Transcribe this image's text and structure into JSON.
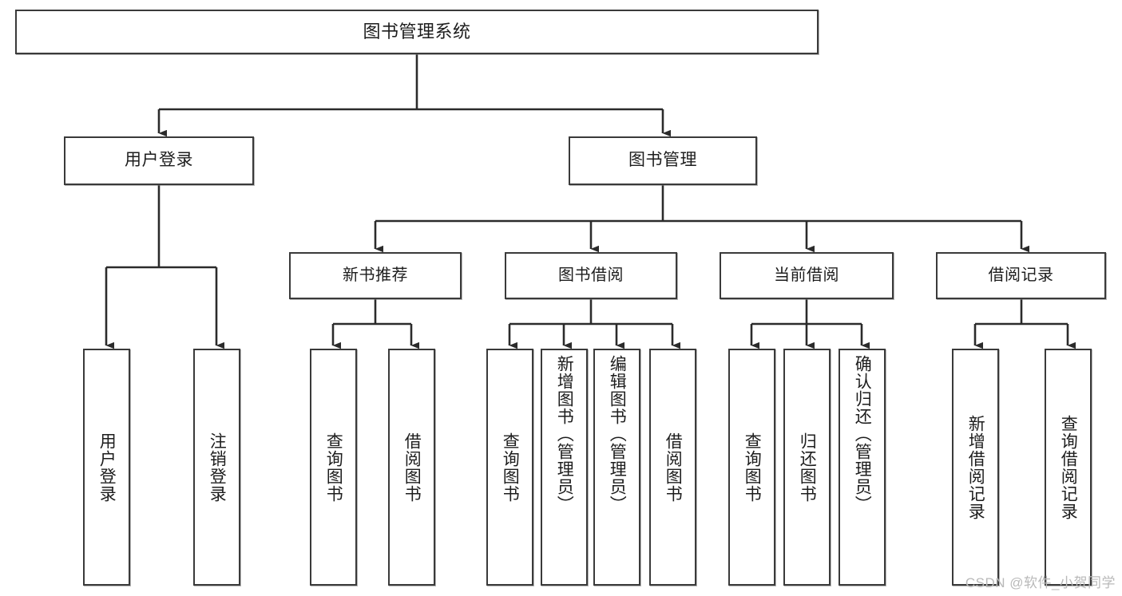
{
  "diagram": {
    "title": "图书管理系统",
    "type": "tree",
    "colors": {
      "box_border": "#3a3a3a",
      "box_fill": "#ffffff",
      "connector": "#2b2b2b",
      "text": "#1d1d1d",
      "watermark": "#b9b9b9"
    },
    "nodes": {
      "root": {
        "label": "图书管理系统",
        "level": 0
      },
      "user_login": {
        "label": "用户登录",
        "level": 1
      },
      "book_manage": {
        "label": "图书管理",
        "level": 1
      },
      "new_book_rec": {
        "label": "新书推荐",
        "level": 2
      },
      "book_borrow": {
        "label": "图书借阅",
        "level": 2
      },
      "current_borrow": {
        "label": "当前借阅",
        "level": 2
      },
      "borrow_record": {
        "label": "借阅记录",
        "level": 2
      },
      "leaf_user_login": {
        "label": "用户登录",
        "level": 3
      },
      "leaf_logout": {
        "label": "注销登录",
        "level": 3
      },
      "leaf_query_book_1": {
        "label": "查询图书",
        "level": 3
      },
      "leaf_borrow_book_1": {
        "label": "借阅图书",
        "level": 3
      },
      "leaf_query_book_2": {
        "label": "查询图书",
        "level": 3
      },
      "leaf_add_book": {
        "label": "新增图书（管理员）",
        "level": 3
      },
      "leaf_edit_book": {
        "label": "编辑图书（管理员）",
        "level": 3
      },
      "leaf_borrow_book_2": {
        "label": "借阅图书",
        "level": 3
      },
      "leaf_query_book_3": {
        "label": "查询图书",
        "level": 3
      },
      "leaf_return_book": {
        "label": "归还图书",
        "level": 3
      },
      "leaf_confirm_return": {
        "label": "确认归还（管理员）",
        "level": 3
      },
      "leaf_add_record": {
        "label": "新增借阅记录",
        "level": 3
      },
      "leaf_query_record": {
        "label": "查询借阅记录",
        "level": 3
      }
    },
    "edges": [
      {
        "from": "root",
        "to": "user_login"
      },
      {
        "from": "root",
        "to": "book_manage"
      },
      {
        "from": "user_login",
        "to": "leaf_user_login"
      },
      {
        "from": "user_login",
        "to": "leaf_logout"
      },
      {
        "from": "book_manage",
        "to": "new_book_rec"
      },
      {
        "from": "book_manage",
        "to": "book_borrow"
      },
      {
        "from": "book_manage",
        "to": "current_borrow"
      },
      {
        "from": "book_manage",
        "to": "borrow_record"
      },
      {
        "from": "new_book_rec",
        "to": "leaf_query_book_1"
      },
      {
        "from": "new_book_rec",
        "to": "leaf_borrow_book_1"
      },
      {
        "from": "book_borrow",
        "to": "leaf_query_book_2"
      },
      {
        "from": "book_borrow",
        "to": "leaf_add_book"
      },
      {
        "from": "book_borrow",
        "to": "leaf_edit_book"
      },
      {
        "from": "book_borrow",
        "to": "leaf_borrow_book_2"
      },
      {
        "from": "current_borrow",
        "to": "leaf_query_book_3"
      },
      {
        "from": "current_borrow",
        "to": "leaf_return_book"
      },
      {
        "from": "current_borrow",
        "to": "leaf_confirm_return"
      },
      {
        "from": "borrow_record",
        "to": "leaf_add_record"
      },
      {
        "from": "borrow_record",
        "to": "leaf_query_record"
      }
    ]
  },
  "watermark": {
    "text": "CSDN @软件_小贺同学"
  }
}
